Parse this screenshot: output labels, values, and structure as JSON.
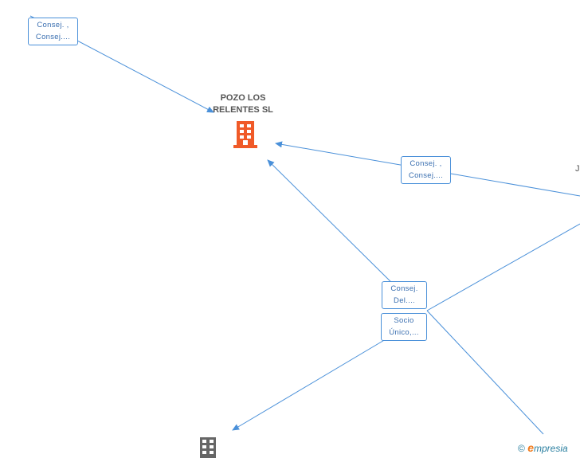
{
  "nodes": {
    "main": {
      "title_line1": "POZO LOS",
      "title_line2": "RELENTES SL",
      "color": "#f05a28",
      "icon": "building-icon"
    },
    "bottom": {
      "color": "#666666",
      "icon": "building-icon"
    },
    "right_cut_letter": "J"
  },
  "edge_labels": {
    "top_left": {
      "line1": "Consej. ,",
      "line2": "Consej...."
    },
    "right": {
      "line1": "Consej. ,",
      "line2": "Consej...."
    },
    "center_upper": {
      "line1": "Consej.",
      "line2": "Del...."
    },
    "center_lower": {
      "line1": "Socio",
      "line2": "Único,..."
    }
  },
  "colors": {
    "edge": "#4a90d9",
    "label_border": "#4a90d9",
    "label_text": "#3a6fb0"
  },
  "watermark": {
    "copyright": "©",
    "brand_e": "e",
    "brand_rest": "mpresia"
  }
}
